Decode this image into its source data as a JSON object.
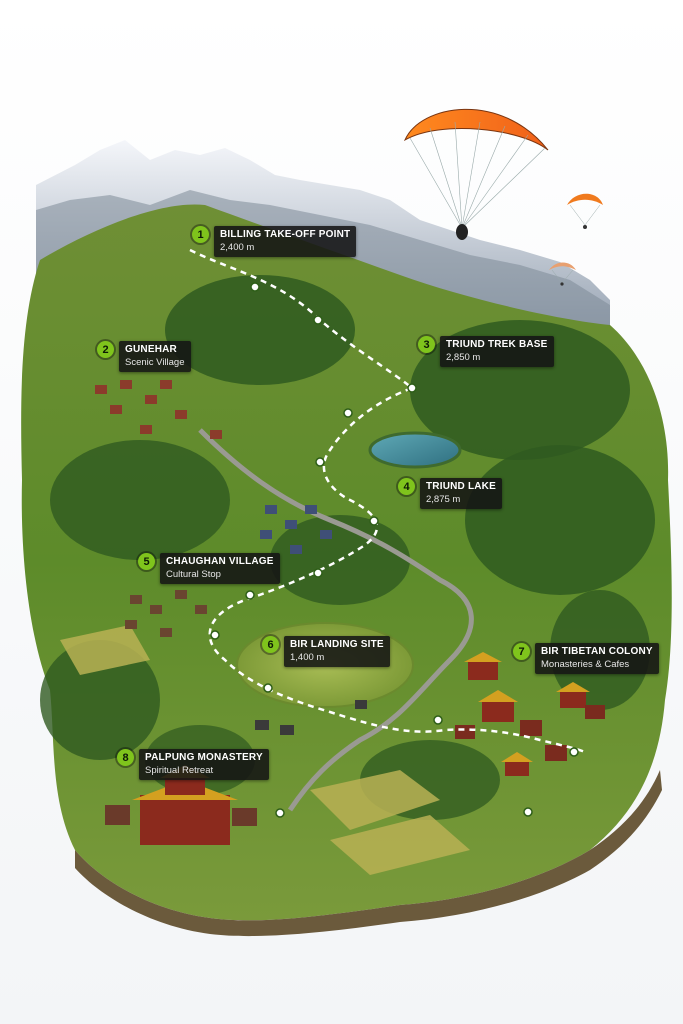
{
  "route_color": "#ffffff",
  "marker_color": "#7fc41c",
  "pin_icon": "map-pin-icon",
  "locations": [
    {
      "number": "1",
      "name": "BILLING TAKE-OFF POINT",
      "detail": "2,400 m"
    },
    {
      "number": "2",
      "name": "GUNEHAR",
      "detail": "Scenic Village"
    },
    {
      "number": "3",
      "name": "TRIUND TREK BASE",
      "detail": "2,850 m"
    },
    {
      "number": "4",
      "name": "TRIUND LAKE",
      "detail": "2,875 m"
    },
    {
      "number": "5",
      "name": "CHAUGHAN VILLAGE",
      "detail": "Cultural Stop"
    },
    {
      "number": "6",
      "name": "BIR LANDING SITE",
      "detail": "1,400 m"
    },
    {
      "number": "7",
      "name": "BIR TIBETAN COLONY",
      "detail": "Monasteries & Cafes"
    },
    {
      "number": "8",
      "name": "PALPUNG MONASTERY",
      "detail": "Spiritual Retreat"
    }
  ]
}
